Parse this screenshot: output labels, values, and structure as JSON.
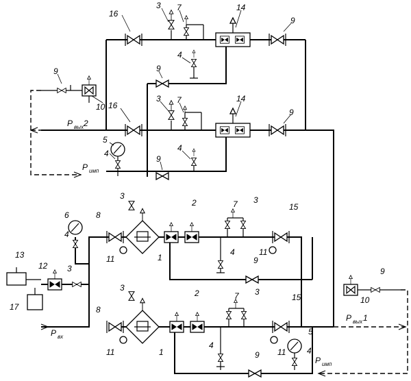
{
  "labels": {
    "p_vyh2_main": "P",
    "p_vyh2_sub": "вых",
    "p_vyh2_idx": "2",
    "p_imp_top_main": "P",
    "p_imp_top_sub": "имп",
    "p_vyh1_main": "P",
    "p_vyh1_sub": "вых",
    "p_vyh1_idx": "1",
    "p_vh_main": "P",
    "p_vh_sub": "вх",
    "p_imp_bot_main": "P",
    "p_imp_bot_sub": "имп"
  },
  "callouts": [
    {
      "id": "c16a",
      "text": "16"
    },
    {
      "id": "c3a",
      "text": "3"
    },
    {
      "id": "c7a",
      "text": "7"
    },
    {
      "id": "c14a",
      "text": "14"
    },
    {
      "id": "c9a",
      "text": "9"
    },
    {
      "id": "c4a",
      "text": "4"
    },
    {
      "id": "c9b",
      "text": "9"
    },
    {
      "id": "c9c",
      "text": "9"
    },
    {
      "id": "c10a",
      "text": "10"
    },
    {
      "id": "c16b",
      "text": "16"
    },
    {
      "id": "c3b",
      "text": "3"
    },
    {
      "id": "c7b",
      "text": "7"
    },
    {
      "id": "c14b",
      "text": "14"
    },
    {
      "id": "c9d",
      "text": "9"
    },
    {
      "id": "c5a",
      "text": "5"
    },
    {
      "id": "c4b",
      "text": "4"
    },
    {
      "id": "c4c",
      "text": "4"
    },
    {
      "id": "c9e",
      "text": "9"
    },
    {
      "id": "c3c",
      "text": "3"
    },
    {
      "id": "c2a",
      "text": "2"
    },
    {
      "id": "c7c",
      "text": "7"
    },
    {
      "id": "c3d",
      "text": "3"
    },
    {
      "id": "c15a",
      "text": "15"
    },
    {
      "id": "c6a",
      "text": "6"
    },
    {
      "id": "c8a",
      "text": "8"
    },
    {
      "id": "c4d",
      "text": "4"
    },
    {
      "id": "c11a",
      "text": "11"
    },
    {
      "id": "c1a",
      "text": "1"
    },
    {
      "id": "c4e",
      "text": "4"
    },
    {
      "id": "c11b",
      "text": "11"
    },
    {
      "id": "c9f",
      "text": "9"
    },
    {
      "id": "c13a",
      "text": "13"
    },
    {
      "id": "c12a",
      "text": "12"
    },
    {
      "id": "c3e",
      "text": "3"
    },
    {
      "id": "c17a",
      "text": "17"
    },
    {
      "id": "c10b",
      "text": "10"
    },
    {
      "id": "c9g",
      "text": "9"
    },
    {
      "id": "c3f",
      "text": "3"
    },
    {
      "id": "c2b",
      "text": "2"
    },
    {
      "id": "c7d",
      "text": "7"
    },
    {
      "id": "c3g",
      "text": "3"
    },
    {
      "id": "c15b",
      "text": "15"
    },
    {
      "id": "c8b",
      "text": "8"
    },
    {
      "id": "c11c",
      "text": "11"
    },
    {
      "id": "c1b",
      "text": "1"
    },
    {
      "id": "c4f",
      "text": "4"
    },
    {
      "id": "c9h",
      "text": "9"
    },
    {
      "id": "c11d",
      "text": "11"
    },
    {
      "id": "c5b",
      "text": "5"
    },
    {
      "id": "c4g",
      "text": "4"
    }
  ]
}
